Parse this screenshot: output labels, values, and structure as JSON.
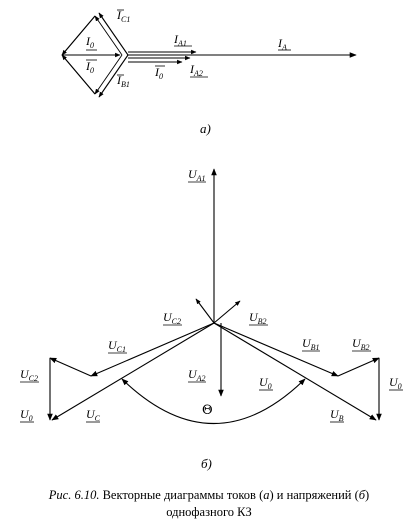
{
  "diagram_a": {
    "part_label": "а)",
    "labels": {
      "IC1": {
        "main": "I",
        "sub": "C1"
      },
      "I0_top": {
        "main": "I",
        "sub": "0"
      },
      "I0_bottom": {
        "main": "I",
        "sub": "0"
      },
      "IB1": {
        "main": "I",
        "sub": "B1"
      },
      "IA1": {
        "main": "I",
        "sub": "A1"
      },
      "IA": {
        "main": "I",
        "sub": "A"
      },
      "I0_mid": {
        "main": "I",
        "sub": "0"
      },
      "IA2": {
        "main": "I",
        "sub": "A2"
      }
    }
  },
  "diagram_b": {
    "part_label": "б)",
    "labels": {
      "UA1": {
        "main": "U",
        "sub": "A1"
      },
      "UC2_top": {
        "main": "U",
        "sub": "C2"
      },
      "UB2_top": {
        "main": "U",
        "sub": "B2"
      },
      "UC1": {
        "main": "U",
        "sub": "C1"
      },
      "UB1": {
        "main": "U",
        "sub": "B1"
      },
      "UB2_right": {
        "main": "U",
        "sub": "B2"
      },
      "UC2_left": {
        "main": "U",
        "sub": "C2"
      },
      "UA2": {
        "main": "U",
        "sub": "A2"
      },
      "U0_mid": {
        "main": "U",
        "sub": "0"
      },
      "U0_right": {
        "main": "U",
        "sub": "0"
      },
      "U0_left": {
        "main": "U",
        "sub": "0"
      },
      "UC": {
        "main": "U",
        "sub": "C"
      },
      "UB": {
        "main": "U",
        "sub": "B"
      },
      "theta": "Θ"
    }
  },
  "caption": {
    "fig": "Рис. 6.10.",
    "text_1": " Векторные диаграммы токов (",
    "a": "а",
    "text_2": ") и напряжений (",
    "b": "б",
    "text_3": ")",
    "line2": "однофазного КЗ"
  }
}
